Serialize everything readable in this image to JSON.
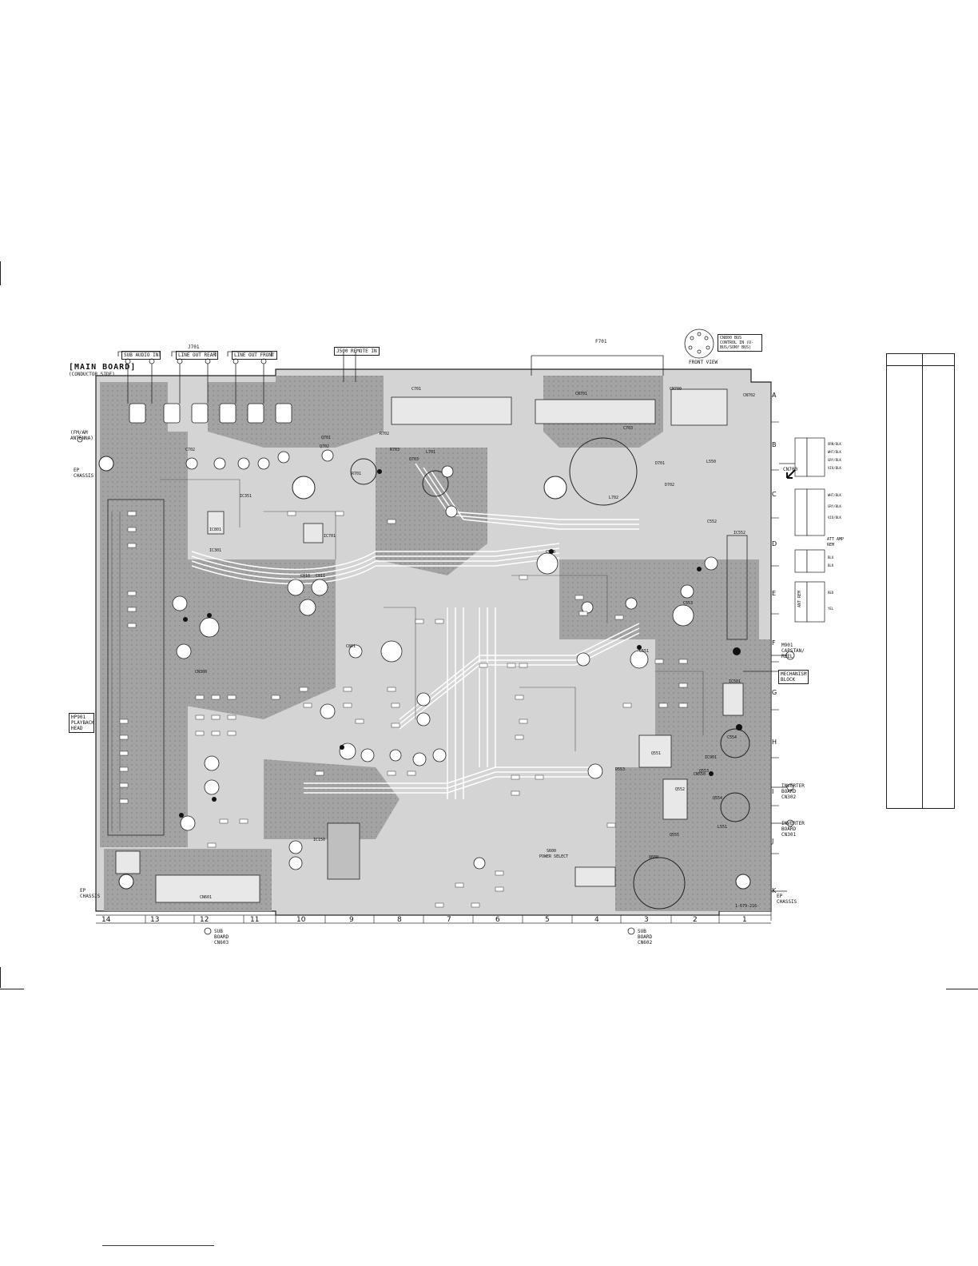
{
  "board": {
    "title": "[MAIN BOARD]",
    "subtitle": "(CONDUCTOR SIDE)"
  },
  "top_labels": {
    "j_group": "J701",
    "sub_audio_in": "SUB AUDIO IN",
    "line_out_rear": "LINE OUT REAR",
    "line_out_front": "LINE OUT FRONT",
    "jack_remote": "J500 REMOTE IN",
    "fuse": "F701",
    "front_view": "FRONT VIEW",
    "din": "CN800 BUS CONTROL IN (U-BUS/SONY BUS)"
  },
  "left_labels": {
    "antenna": "(FM/AM ANTENNA)",
    "chassis_top": "EP CHASSIS",
    "playback_head": "HP901 PLAYBACK HEAD",
    "chassis_bottom": "EP CHASSIS"
  },
  "right_labels": {
    "cn_label": "CN700",
    "amp_rem": "AMP REM",
    "capstan": "M901 CAPSTAN/ REEL",
    "mechanism": "MECHANISM BLOCK",
    "inverter_b": "INVERTER BOARD CN302",
    "inverter_c": "INVERTER BOARD CN301",
    "chassis": "EP CHASSIS",
    "eject": "ATT AMP REM",
    "ant_rem": "ANT REM",
    "part_no": "1-679-216-"
  },
  "bottom_labels": {
    "sub_board_a": "SUB BOARD CN603",
    "sub_board_b": "SUB BOARD CN602",
    "power_select": "POWER SELECT",
    "s600": "S600"
  },
  "connector_pins": [
    "ORN/BLK",
    "WHT/BLK",
    "GRY/BLK",
    "VIO/BLK",
    "WHT/BLK",
    "GRY/BLK",
    "VIO/BLK",
    "BLU",
    "BLK",
    "RED",
    "YEL"
  ],
  "column_numbers": [
    "14",
    "13",
    "12",
    "11",
    "10",
    "9",
    "8",
    "7",
    "6",
    "5",
    "4",
    "3",
    "2",
    "1"
  ],
  "row_letters": [
    "A",
    "B",
    "C",
    "D",
    "E",
    "F",
    "G",
    "H",
    "I",
    "J",
    "K"
  ],
  "components": [
    "IC701",
    "IC301",
    "IC351",
    "IC801",
    "IC150",
    "IC901",
    "IC552",
    "IC501",
    "Q701",
    "Q702",
    "Q703",
    "Q552",
    "Q551",
    "Q600",
    "Q553",
    "Q554",
    "Q555",
    "C701",
    "C702",
    "C703",
    "C801",
    "C810",
    "C811",
    "C550",
    "C551",
    "C552",
    "C553",
    "C554",
    "L701",
    "L702",
    "L550",
    "L551",
    "D701",
    "D702",
    "D553",
    "R701",
    "R702",
    "R703",
    "CN300",
    "CN700",
    "CN701",
    "CN550",
    "CN601",
    "CN702"
  ],
  "colors": {
    "copper": "#9a9a9a",
    "board_bg": "#d8d8d8",
    "trace": "#ffffff",
    "ink": "#111111"
  }
}
